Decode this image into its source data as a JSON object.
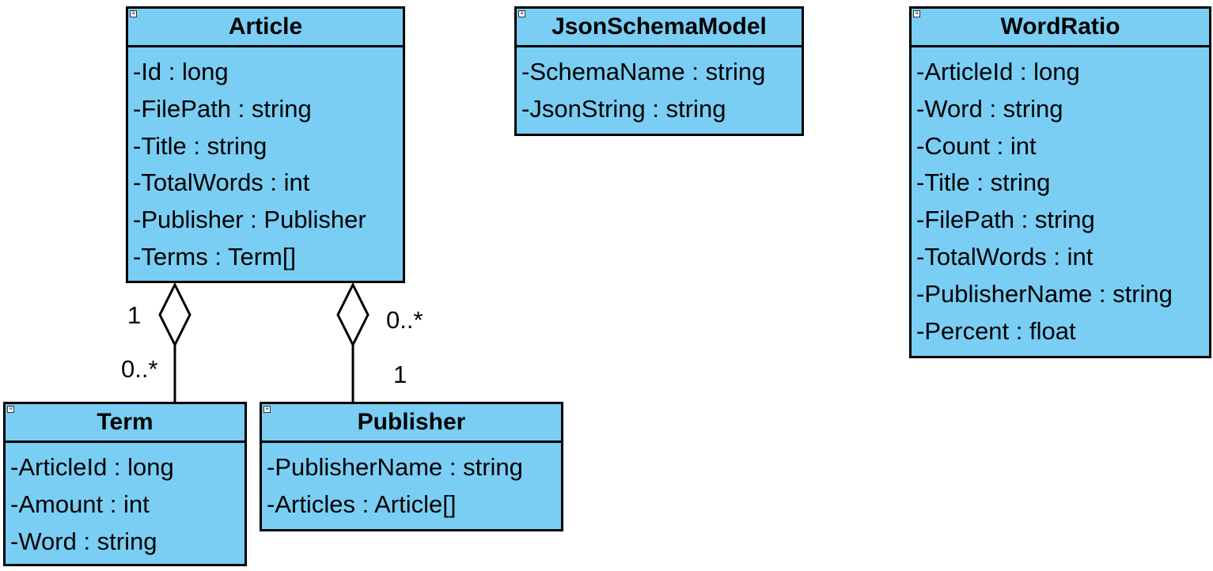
{
  "classes": {
    "article": {
      "name": "Article",
      "attributes": [
        "-Id : long",
        "-FilePath : string",
        "-Title : string",
        "-TotalWords : int",
        "-Publisher : Publisher",
        "-Terms : Term[]"
      ]
    },
    "json_schema_model": {
      "name": "JsonSchemaModel",
      "attributes": [
        "-SchemaName : string",
        "-JsonString : string"
      ]
    },
    "word_ratio": {
      "name": "WordRatio",
      "attributes": [
        "-ArticleId : long",
        "-Word : string",
        "-Count : int",
        "-Title : string",
        "-FilePath : string",
        "-TotalWords : int",
        "-PublisherName : string",
        "-Percent : float"
      ]
    },
    "term": {
      "name": "Term",
      "attributes": [
        "-ArticleId : long",
        "-Amount : int",
        "-Word : string"
      ]
    },
    "publisher": {
      "name": "Publisher",
      "attributes": [
        "-PublisherName : string",
        "-Articles : Article[]"
      ]
    }
  },
  "associations": {
    "article_term": {
      "article_end": "1",
      "term_end": "0..*"
    },
    "article_publisher": {
      "article_end": "0..*",
      "publisher_end": "1"
    }
  },
  "colors": {
    "class_fill": "#7acef4",
    "border": "#000000"
  },
  "icons": {
    "class_marker": "class-icon",
    "aggregation": "aggregation-diamond-icon"
  }
}
